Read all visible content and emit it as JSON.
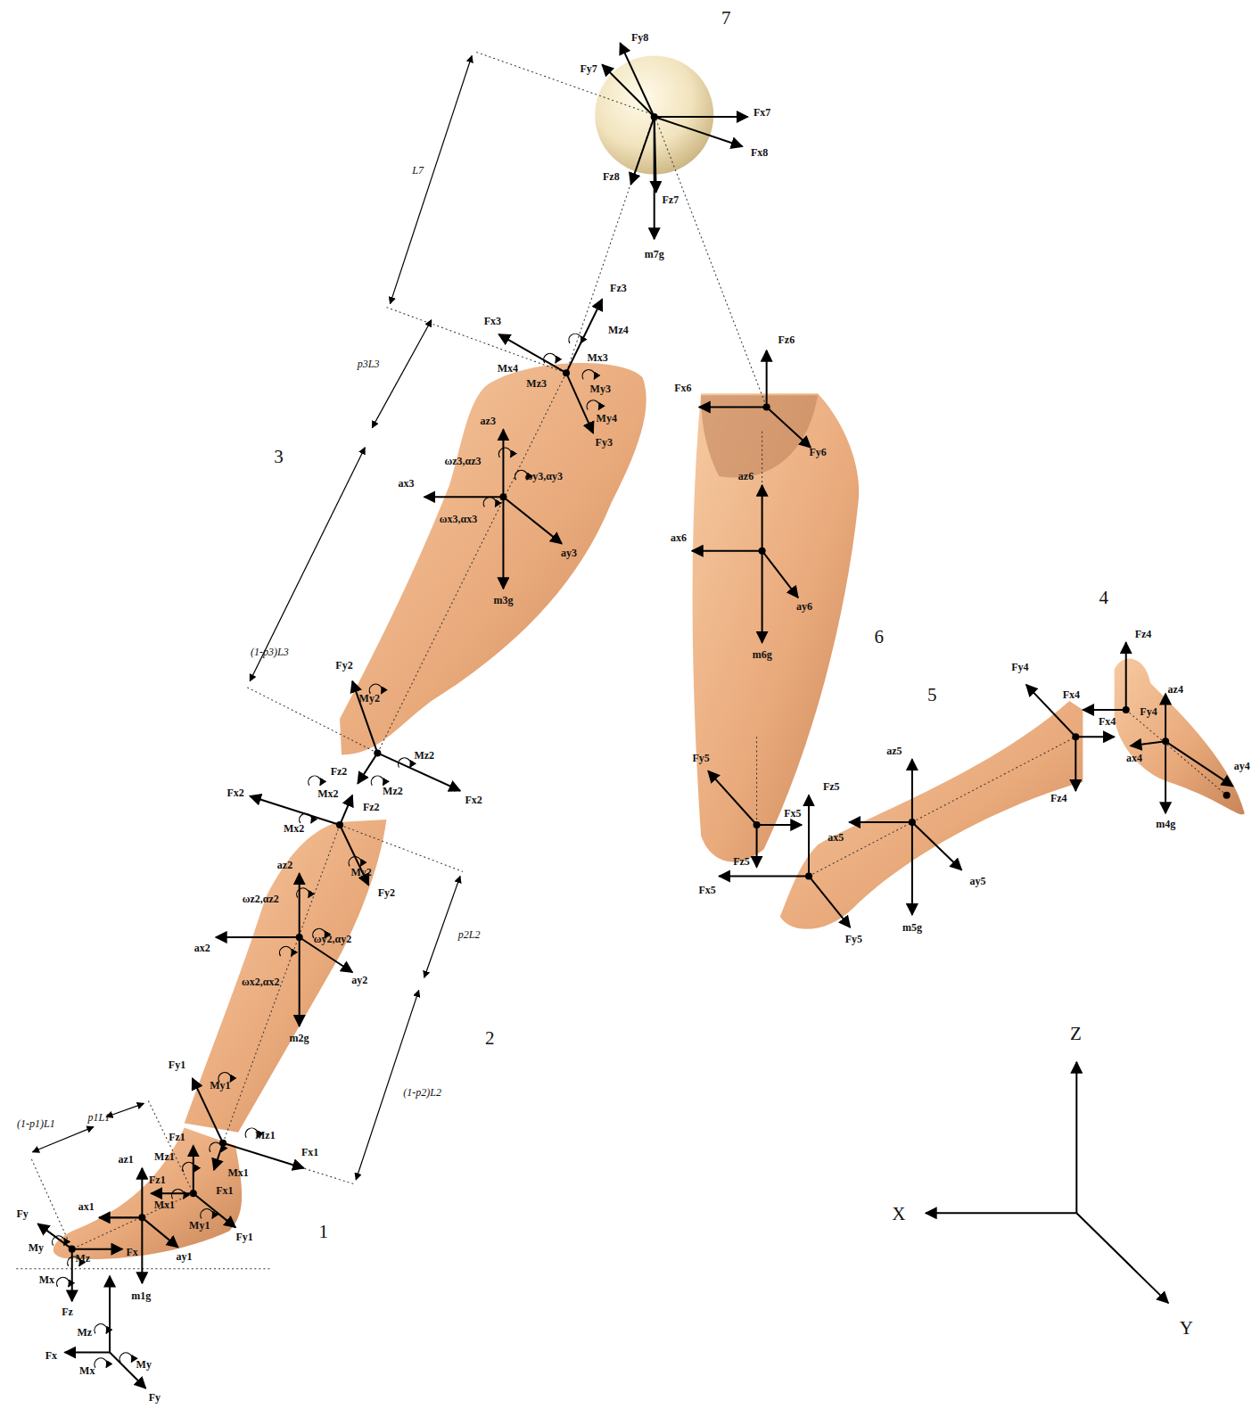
{
  "diagram": {
    "labels": [
      "7",
      "Fy8",
      "Fy7",
      "Fx7",
      "Fx8",
      "Fz8",
      "Fz7",
      "m7g",
      "L7",
      "Fz3",
      "Fx3",
      "Mz4",
      "Mx4",
      "Mx3",
      "Mz3",
      "My3",
      "My4",
      "Fy3",
      "p3L3",
      "3",
      "az3",
      "ωz3,αz3",
      "ax3",
      "ωy3,αy3",
      "ωx3,αx3",
      "ay3",
      "m3g",
      "(1-p3)L3",
      "Fy2",
      "My2",
      "Mz2",
      "Fz2",
      "Mx2",
      "Mz2",
      "Fx2",
      "Fx2",
      "Fz2",
      "Mx2",
      "az2",
      "My2",
      "Fy2",
      "ωz2,αz2",
      "p2L2",
      "ax2",
      "ωy2,αy2",
      "ωx2,αx2",
      "ay2",
      "m2g",
      "2",
      "Fy1",
      "My1",
      "(1-p2)L2",
      "p1L1",
      "(1-p1)L1",
      "Mz1",
      "Fz1",
      "az1",
      "Mz1",
      "Fx1",
      "Mx1",
      "Fz1",
      "Fx1",
      "Mx1",
      "ax1",
      "My1",
      "Fy1",
      "1",
      "Fy",
      "My",
      "Mz",
      "Fx",
      "ay1",
      "Mx",
      "m1g",
      "Fz",
      "Mz",
      "Fx",
      "Mx",
      "My",
      "Fy",
      "Fz6",
      "Fx6",
      "Fy6",
      "az6",
      "ax6",
      "ay6",
      "6",
      "m6g",
      "Fy5",
      "Fz5",
      "Fx5",
      "Fz5",
      "Fx5",
      "5",
      "az5",
      "ax5",
      "ay5",
      "m5g",
      "Fy5",
      "4",
      "Fz4",
      "Fy4",
      "Fx4",
      "az4",
      "Fy4",
      "Fx4",
      "ax4",
      "ay4",
      "Fz4",
      "m4g",
      "Z",
      "X",
      "Y"
    ]
  }
}
